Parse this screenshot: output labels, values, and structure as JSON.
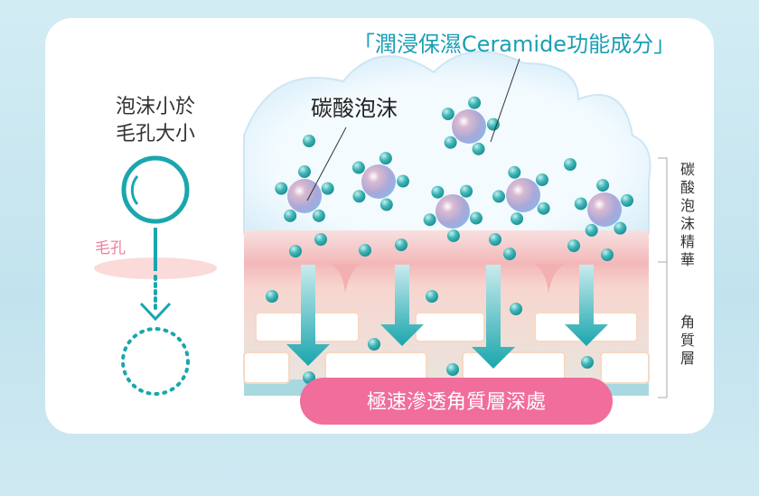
{
  "title": "「潤浸保濕Ceramide功能成分」",
  "foam_label": "碳酸泡沫",
  "left": {
    "line1": "泡沫小於",
    "line2": "毛孔大小",
    "pore_label": "毛孔"
  },
  "side_labels": {
    "essence": [
      "碳",
      "酸",
      "泡",
      "沫",
      "精",
      "華"
    ],
    "stratum": [
      "角",
      "質",
      "層"
    ]
  },
  "banner": "極速滲透角質層深處",
  "colors": {
    "teal": "#1aa6ad",
    "pink": "#f06d9c",
    "title": "#1a9fb5"
  }
}
